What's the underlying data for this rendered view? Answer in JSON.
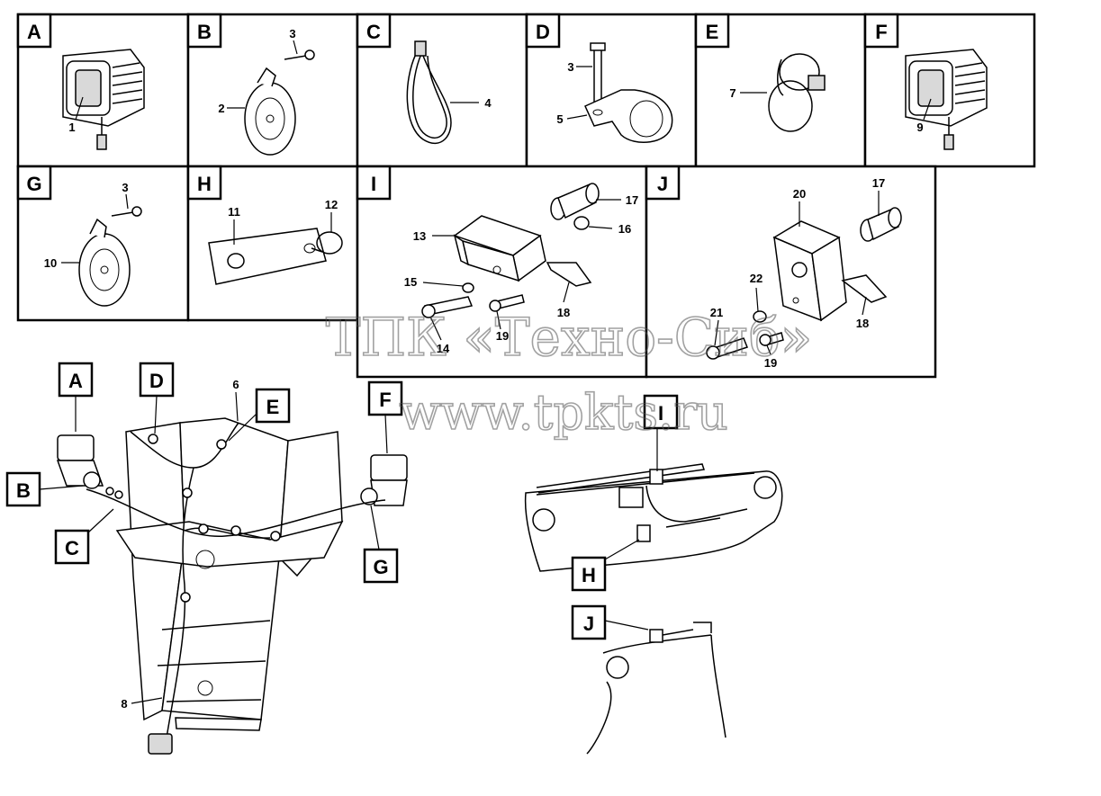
{
  "panels": [
    {
      "id": "A",
      "label": "A",
      "callouts": [
        "1"
      ]
    },
    {
      "id": "B",
      "label": "B",
      "callouts": [
        "3",
        "2"
      ]
    },
    {
      "id": "C",
      "label": "C",
      "callouts": [
        "4"
      ]
    },
    {
      "id": "D",
      "label": "D",
      "callouts": [
        "3",
        "5"
      ]
    },
    {
      "id": "E",
      "label": "E",
      "callouts": [
        "7"
      ]
    },
    {
      "id": "F",
      "label": "F",
      "callouts": [
        "9"
      ]
    },
    {
      "id": "G",
      "label": "G",
      "callouts": [
        "3",
        "10"
      ]
    },
    {
      "id": "H",
      "label": "H",
      "callouts": [
        "11",
        "12"
      ]
    },
    {
      "id": "I",
      "label": "I",
      "callouts": [
        "13",
        "17",
        "16",
        "15",
        "18",
        "14",
        "19"
      ]
    },
    {
      "id": "J",
      "label": "J",
      "callouts": [
        "20",
        "17",
        "22",
        "21",
        "18",
        "19"
      ]
    }
  ],
  "overview": {
    "left_badges": [
      "A",
      "D",
      "E",
      "F",
      "B",
      "C",
      "G"
    ],
    "left_callouts": [
      "6",
      "8"
    ],
    "right_badges": [
      "I",
      "H",
      "J"
    ]
  },
  "watermark": {
    "line1": "ТПК «Техно-Сиб»",
    "line2": "www.tpkts.ru"
  }
}
